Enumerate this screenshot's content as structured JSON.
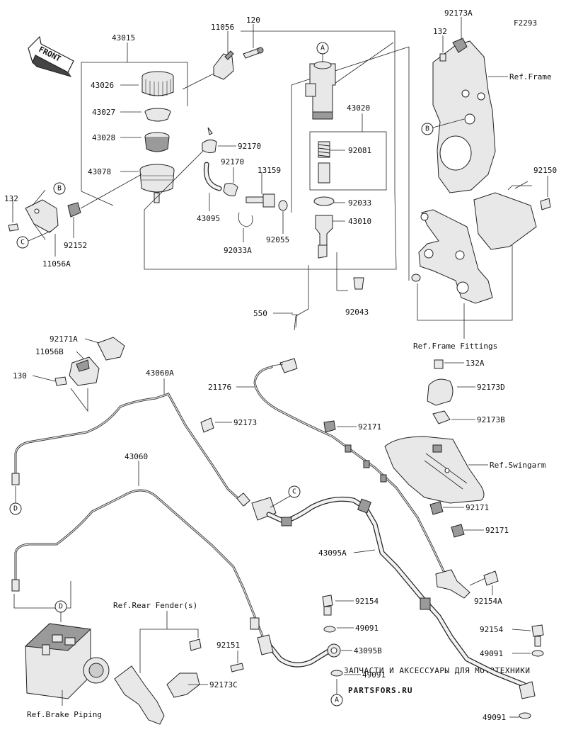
{
  "figure_code": "F2293",
  "front_label": "FRONT",
  "part_labels": {
    "p43015": "43015",
    "p11056": "11056",
    "p120": "120",
    "p43026": "43026",
    "p43027": "43027",
    "p43028": "43028",
    "p43078": "43078",
    "p92170a": "92170",
    "p92170b": "92170",
    "p13159": "13159",
    "p43095": "43095",
    "p92055": "92055",
    "p92033A": "92033A",
    "p43020": "43020",
    "p92081": "92081",
    "p92033": "92033",
    "p43010": "43010",
    "p92043": "92043",
    "p550": "550",
    "p132a": "132",
    "p92152": "92152",
    "p11056A": "11056A",
    "p92173A": "92173A",
    "p132b": "132",
    "p92150": "92150",
    "p92171A": "92171A",
    "p11056B": "11056B",
    "p130": "130",
    "p43060A": "43060A",
    "p21176": "21176",
    "p92173": "92173",
    "p132A": "132A",
    "p92173D": "92173D",
    "p92173B": "92173B",
    "p92171a": "92171",
    "p92171b": "92171",
    "p92171c": "92171",
    "p43060": "43060",
    "p43095A": "43095A",
    "p92154A": "92154A",
    "p92154a": "92154",
    "p49091a": "49091",
    "p92151": "92151",
    "p43095B": "43095B",
    "p49091b": "49091",
    "p92154b": "92154",
    "p49091c": "49091",
    "p92173C": "92173C",
    "p49091d": "49091"
  },
  "reference_labels": {
    "frame": "Ref.Frame",
    "frame_fittings": "Ref.Frame Fittings",
    "swingarm": "Ref.Swingarm",
    "rear_fender": "Ref.Rear Fender(s)",
    "brake_piping": "Ref.Brake Piping"
  },
  "connectors": {
    "A": "A",
    "B": "B",
    "C": "C",
    "D": "D"
  },
  "watermark": {
    "tagline": "ЗАПЧАСТИ И АКСЕССУАРЫ ДЛЯ МОТОТЕХНИКИ",
    "logo": "PARTSFORS.RU"
  }
}
